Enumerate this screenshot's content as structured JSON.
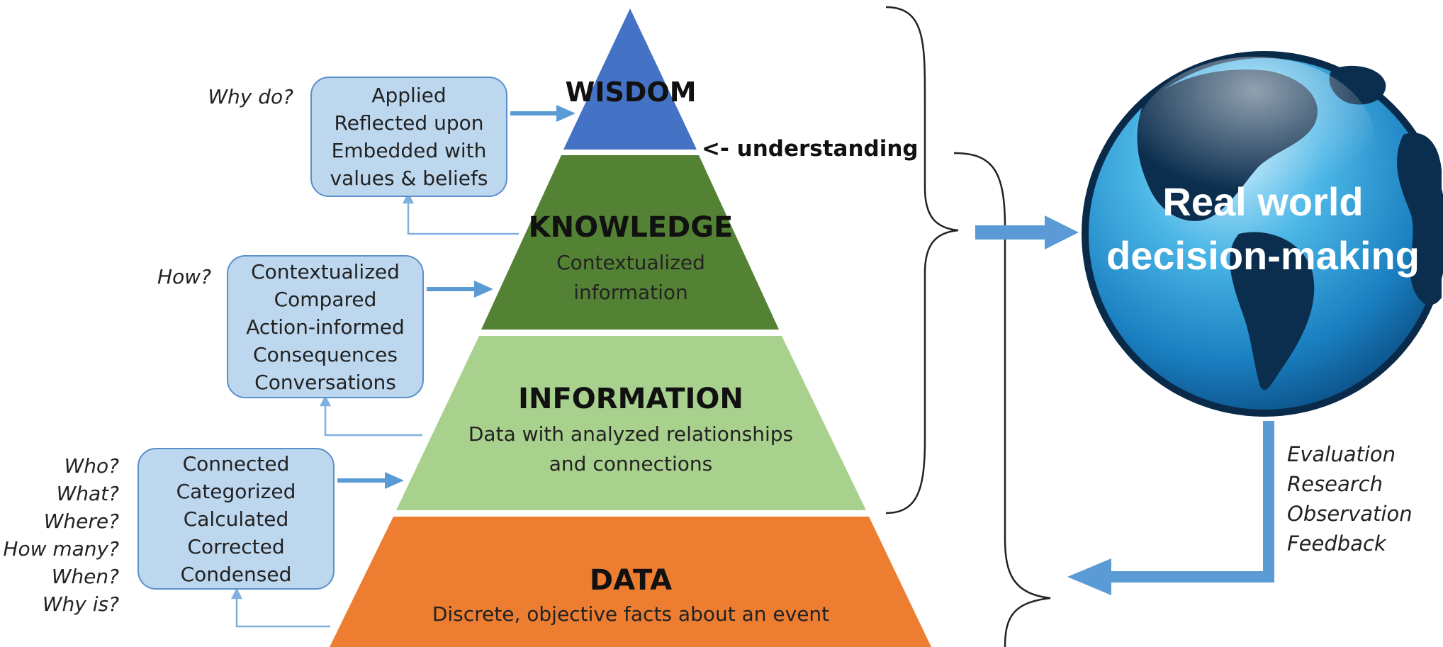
{
  "pyramid": {
    "wisdom": {
      "title": "WISDOM",
      "color": "#4472c4"
    },
    "knowledge": {
      "title": "KNOWLEDGE",
      "subtitle_lines": [
        "Contextualized",
        "information"
      ],
      "color": "#548235"
    },
    "information": {
      "title": "INFORMATION",
      "subtitle_lines": [
        "Data with analyzed relationships",
        "and connections"
      ],
      "color": "#a9d18e"
    },
    "data": {
      "title": "DATA",
      "subtitle": "Discrete, objective facts about an event",
      "color": "#ed7d31"
    }
  },
  "understanding_label": "<- understanding",
  "boxes": {
    "wisdom": {
      "question": "Why do?",
      "lines": [
        "Applied",
        "Reflected upon",
        "Embedded  with",
        "values & beliefs"
      ]
    },
    "knowledge": {
      "question": "How?",
      "lines": [
        "Contextualized",
        "Compared",
        "Action-informed",
        "Consequences",
        "Conversations"
      ]
    },
    "information": {
      "questions": [
        "Who?",
        "What?",
        "Where?",
        "How many?",
        "When?",
        "Why is?"
      ],
      "lines": [
        "Connected",
        "Categorized",
        "Calculated",
        "Corrected",
        "Condensed"
      ]
    }
  },
  "globe": {
    "label_lines": [
      "Real world",
      "decision-making"
    ]
  },
  "feedback": [
    "Evaluation",
    "Research",
    "Observation",
    "Feedback"
  ],
  "colors": {
    "arrow": "#5b9bd5",
    "box_fill": "#bdd7ee",
    "box_border": "#5b8fc9",
    "globe_dark": "#0a2a4a",
    "globe_light": "#3fa9e0"
  }
}
